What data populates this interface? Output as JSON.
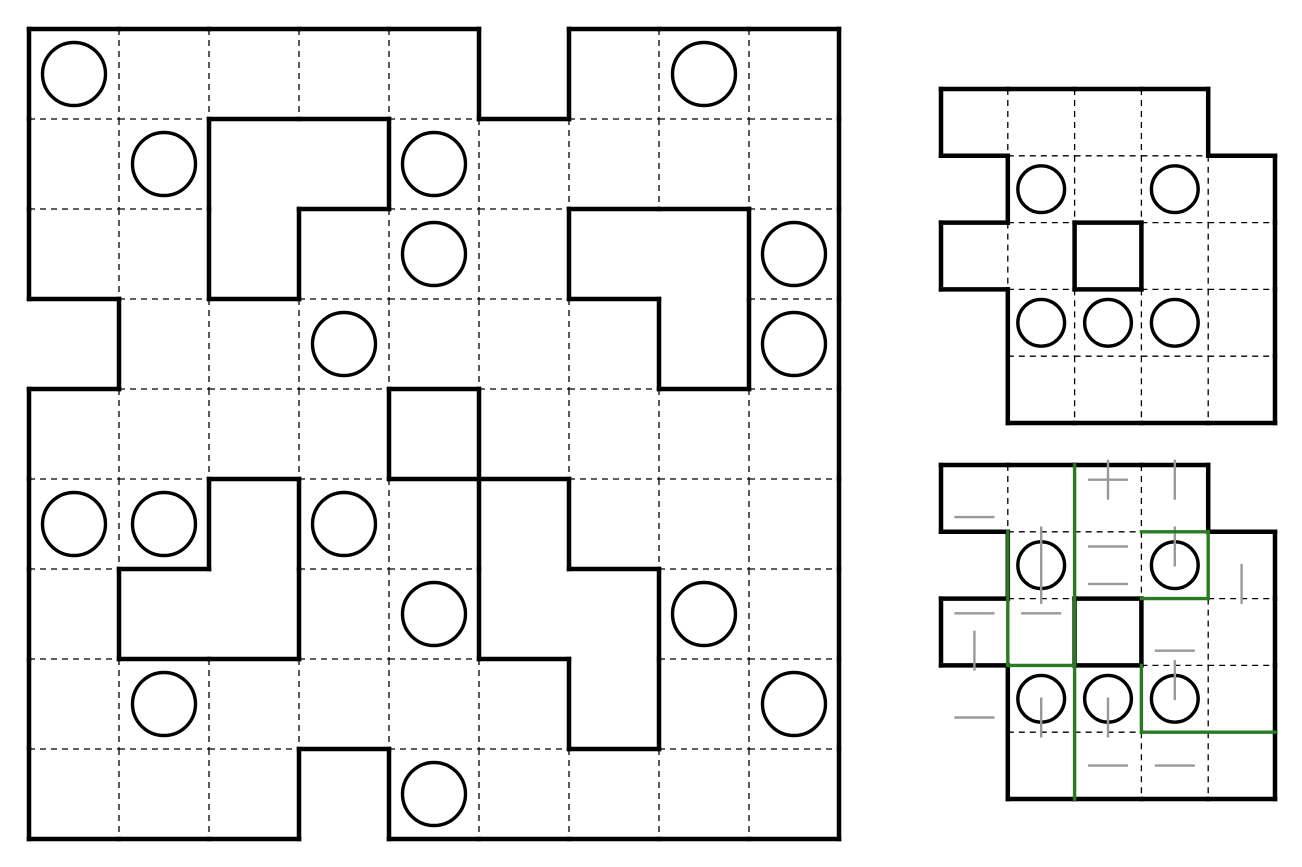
{
  "puzzle": {
    "size": 9,
    "holes": [
      [
        0,
        5
      ],
      [
        3,
        0
      ],
      [
        7,
        6
      ],
      [
        8,
        3
      ],
      [
        1,
        2
      ],
      [
        1,
        3
      ],
      [
        2,
        2
      ],
      [
        2,
        6
      ],
      [
        2,
        7
      ],
      [
        3,
        7
      ],
      [
        4,
        4
      ],
      [
        5,
        2
      ],
      [
        6,
        1
      ],
      [
        6,
        2
      ],
      [
        5,
        5
      ],
      [
        6,
        5
      ],
      [
        6,
        6
      ],
      [
        7,
        6
      ]
    ],
    "circles": [
      [
        0,
        0
      ],
      [
        0,
        7
      ],
      [
        1,
        1
      ],
      [
        1,
        4
      ],
      [
        2,
        4
      ],
      [
        2,
        8
      ],
      [
        3,
        3
      ],
      [
        3,
        8
      ],
      [
        5,
        0
      ],
      [
        5,
        1
      ],
      [
        5,
        3
      ],
      [
        6,
        4
      ],
      [
        6,
        7
      ],
      [
        7,
        1
      ],
      [
        7,
        8
      ],
      [
        8,
        4
      ]
    ]
  },
  "example": {
    "cols": 5,
    "rows": 5,
    "holes": [
      [
        0,
        4
      ],
      [
        1,
        0
      ],
      [
        3,
        0
      ],
      [
        2,
        2
      ],
      [
        4,
        0
      ]
    ],
    "circles": [
      [
        1,
        1
      ],
      [
        1,
        3
      ],
      [
        3,
        1
      ],
      [
        3,
        2
      ],
      [
        3,
        3
      ]
    ]
  },
  "solution": {
    "cols": 5,
    "rows": 5,
    "holes": [
      [
        0,
        4
      ],
      [
        1,
        0
      ],
      [
        3,
        0
      ],
      [
        2,
        2
      ],
      [
        4,
        0
      ]
    ],
    "circles": [
      [
        1,
        1
      ],
      [
        1,
        3
      ],
      [
        3,
        1
      ],
      [
        3,
        2
      ],
      [
        3,
        3
      ]
    ],
    "region_borders": [
      [
        [
          2,
          0
        ],
        [
          2,
          5
        ]
      ],
      [
        [
          1,
          1
        ],
        [
          1,
          3
        ]
      ],
      [
        [
          1,
          3
        ],
        [
          2,
          3
        ]
      ],
      [
        [
          3,
          1
        ],
        [
          4,
          1
        ]
      ],
      [
        [
          3,
          2
        ],
        [
          4,
          2
        ]
      ],
      [
        [
          4,
          1
        ],
        [
          4,
          2
        ]
      ],
      [
        [
          3,
          4
        ],
        [
          5,
          4
        ]
      ],
      [
        [
          3,
          3
        ],
        [
          3,
          4
        ]
      ]
    ],
    "segments": [
      {
        "orient": "h",
        "cell": [
          0,
          0
        ],
        "pos": "bottom"
      },
      {
        "orient": "v",
        "cell": [
          1,
          1
        ],
        "pos": "top"
      },
      {
        "orient": "v",
        "cell": [
          1,
          1
        ],
        "pos": "bottom"
      },
      {
        "orient": "h",
        "cell": [
          2,
          0
        ],
        "pos": "top"
      },
      {
        "orient": "v",
        "cell": [
          2,
          0
        ],
        "pos": "bottom"
      },
      {
        "orient": "h",
        "cell": [
          2,
          1
        ],
        "pos": "top"
      },
      {
        "orient": "v",
        "cell": [
          3,
          1
        ],
        "pos": "bottom"
      },
      {
        "orient": "h",
        "cell": [
          3,
          0
        ],
        "pos": "bottom"
      },
      {
        "orient": "v",
        "cell": [
          3,
          2
        ],
        "pos": "bottom"
      },
      {
        "orient": "h",
        "cell": [
          0,
          2
        ],
        "pos": "top"
      },
      {
        "orient": "v",
        "cell": [
          0,
          2
        ],
        "pos": "top"
      },
      {
        "orient": "v",
        "cell": [
          0,
          3
        ],
        "pos": "top"
      },
      {
        "orient": "h",
        "cell": [
          1,
          2
        ],
        "pos": "top"
      },
      {
        "orient": "h",
        "cell": [
          1,
          2
        ],
        "pos": "bottom"
      },
      {
        "orient": "v",
        "cell": [
          1,
          3
        ],
        "pos": "top"
      },
      {
        "orient": "h",
        "cell": [
          2,
          3
        ],
        "pos": "bottom"
      },
      {
        "orient": "v",
        "cell": [
          1,
          4
        ],
        "pos": "bottom"
      },
      {
        "orient": "v",
        "cell": [
          3,
          3
        ],
        "pos": "top"
      },
      {
        "orient": "h",
        "cell": [
          4,
          2
        ],
        "pos": "center"
      },
      {
        "orient": "h",
        "cell": [
          4,
          3
        ],
        "pos": "center"
      }
    ]
  }
}
